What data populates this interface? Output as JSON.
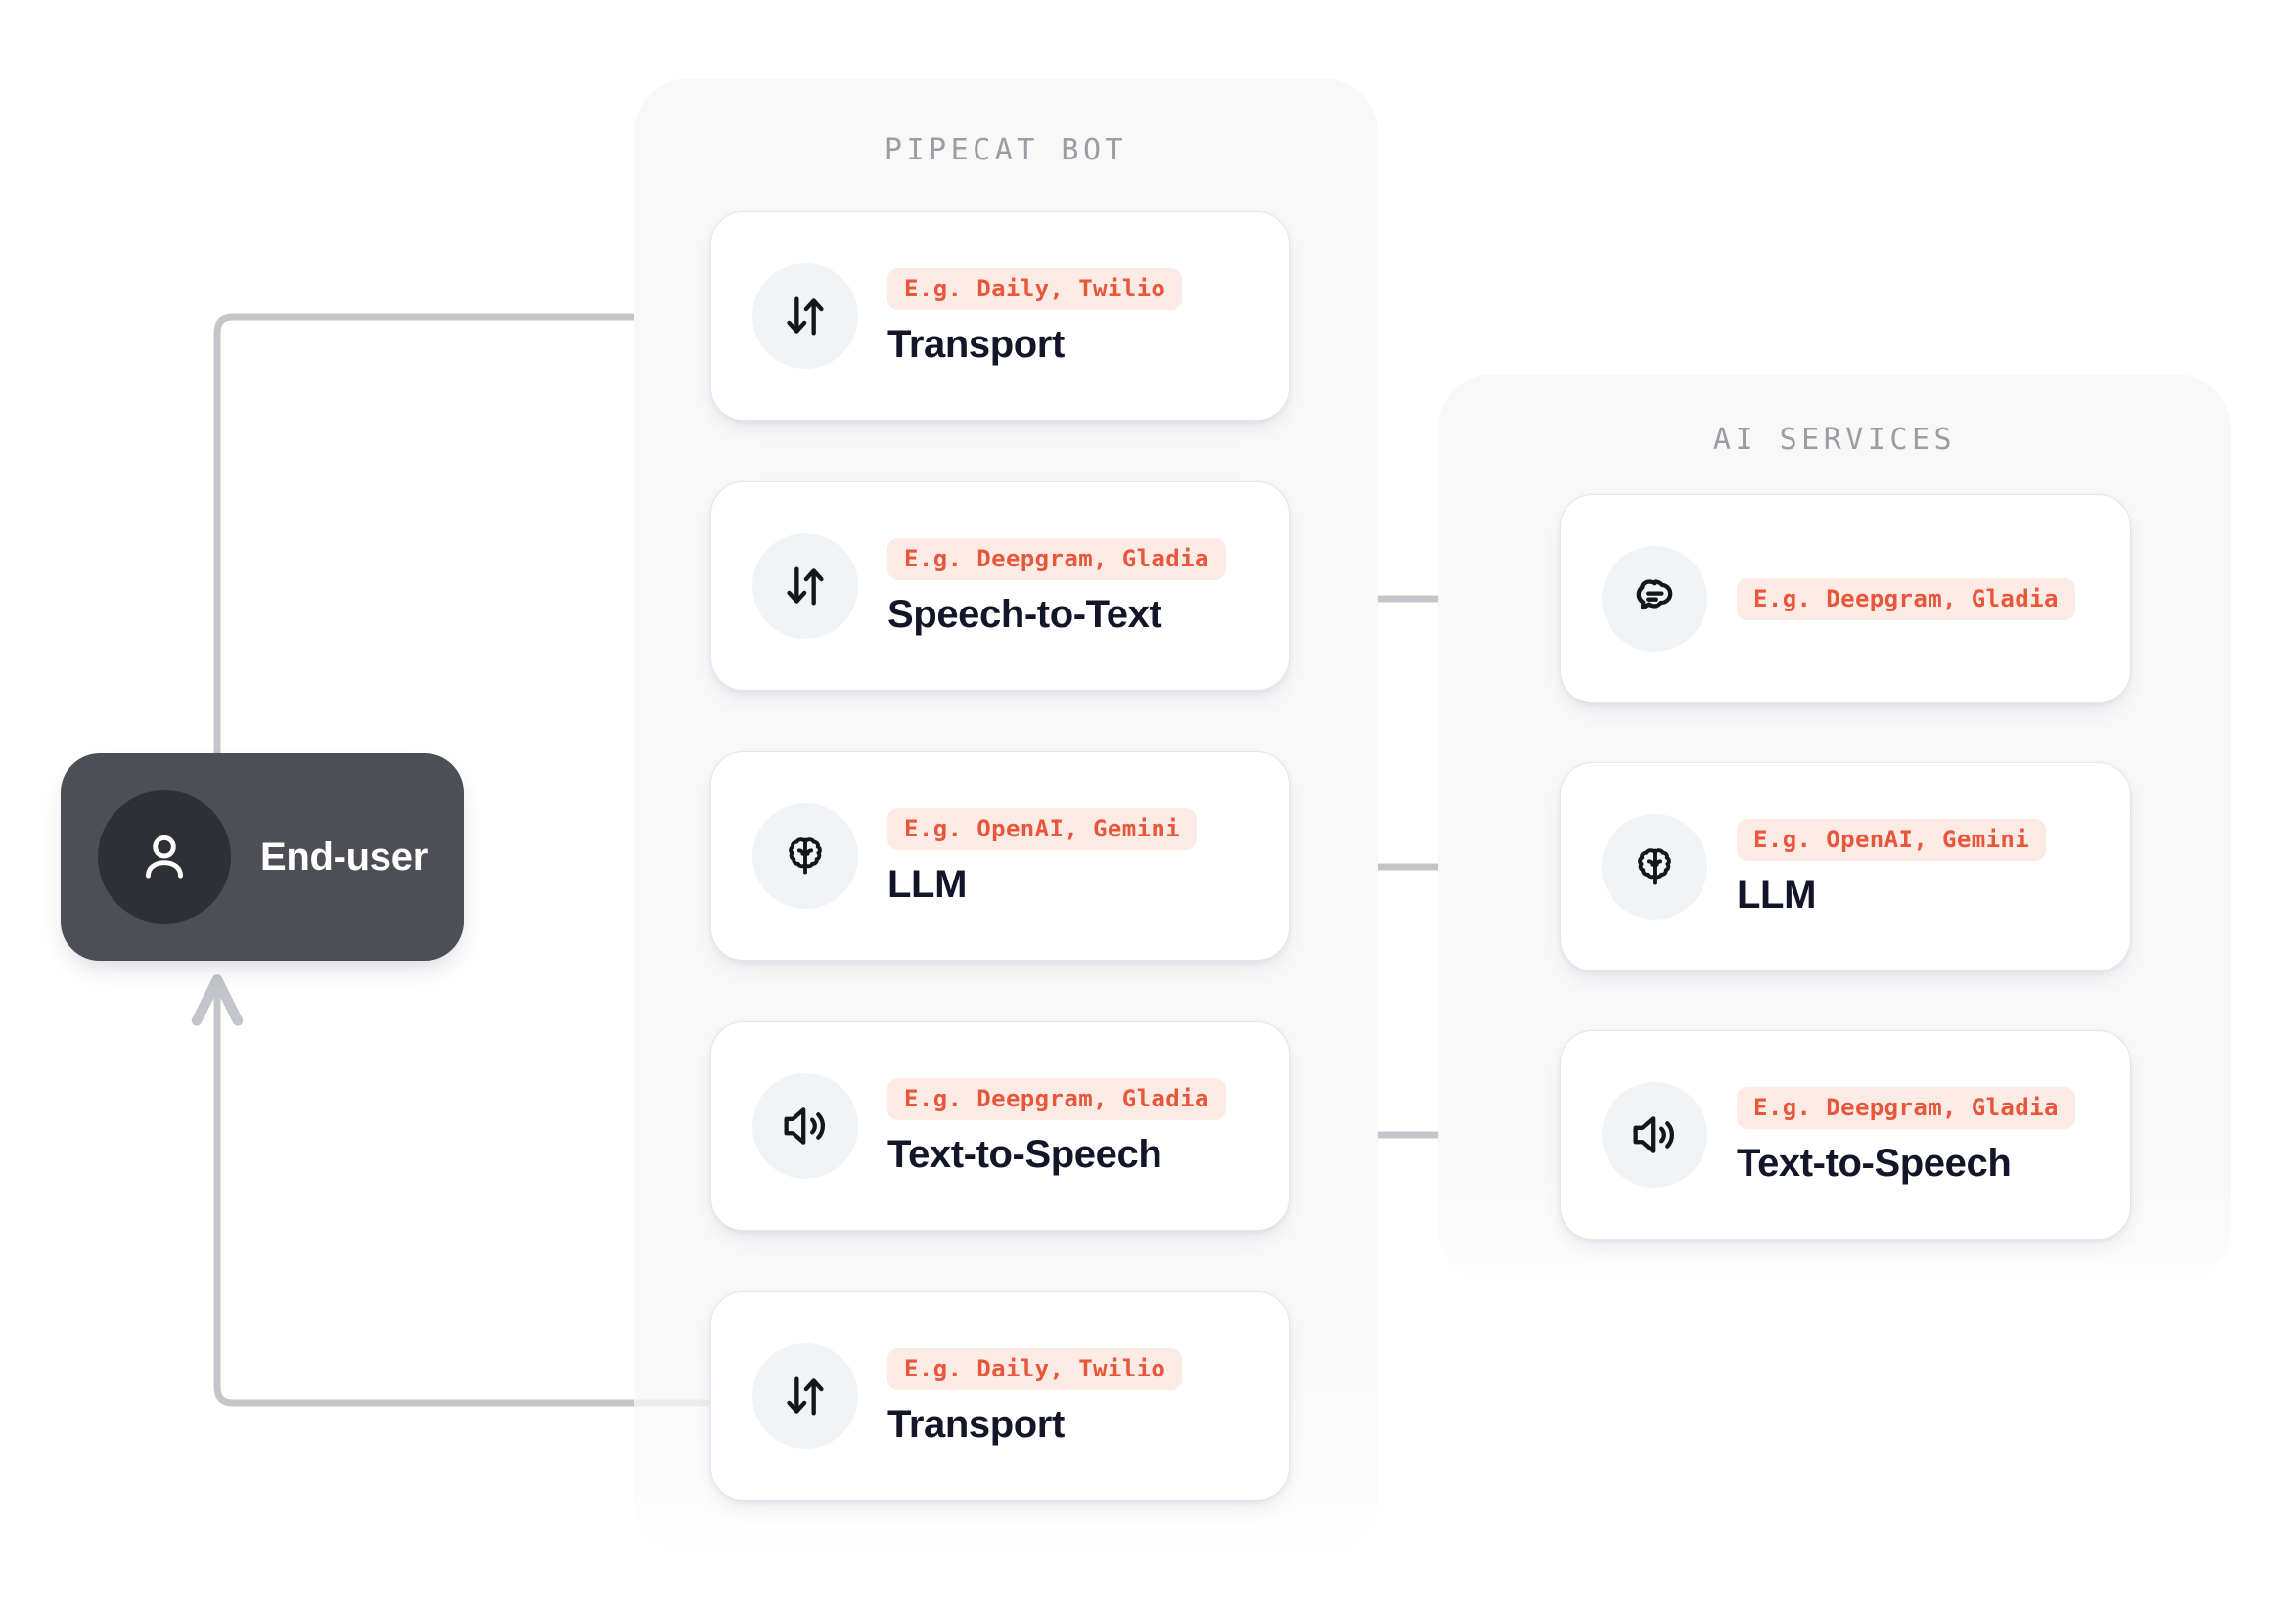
{
  "colors": {
    "panel_bg": "#f8f8f9",
    "card_bg": "#ffffff",
    "card_border": "#e2e6ef",
    "badge_bg": "#fcebe5",
    "badge_text": "#e8573c",
    "title_text": "#121628",
    "panel_title_text": "#9b9da3",
    "connector": "#c3c5ca",
    "enduser_bg": "#4d4e56",
    "enduser_avatar_bg": "#2f3036",
    "icon_circle_bg": "#f2f3f5",
    "icon_stroke": "#111111"
  },
  "panels": {
    "pipecat": {
      "title": "PIPECAT BOT"
    },
    "ai_services": {
      "title": "AI SERVICES"
    }
  },
  "end_user": {
    "label": "End-user",
    "icon": "user-icon"
  },
  "pipecat_cards": [
    {
      "icon": "transport-arrows-icon",
      "badge": "E.g. Daily, Twilio",
      "title": "Transport"
    },
    {
      "icon": "transport-arrows-icon",
      "badge": "E.g. Deepgram, Gladia",
      "title": "Speech-to-Text"
    },
    {
      "icon": "brain-icon",
      "badge": "E.g. OpenAI, Gemini",
      "title": "LLM"
    },
    {
      "icon": "speaker-icon",
      "badge": "E.g. Deepgram, Gladia",
      "title": "Text-to-Speech"
    },
    {
      "icon": "transport-arrows-icon",
      "badge": "E.g. Daily, Twilio",
      "title": "Transport"
    }
  ],
  "ai_service_cards": [
    {
      "icon": "speech-bubble-icon",
      "badge": "E.g. Deepgram, Gladia",
      "title": ""
    },
    {
      "icon": "brain-icon",
      "badge": "E.g. OpenAI, Gemini",
      "title": "LLM"
    },
    {
      "icon": "speaker-icon",
      "badge": "E.g. Deepgram, Gladia",
      "title": "Text-to-Speech"
    }
  ]
}
